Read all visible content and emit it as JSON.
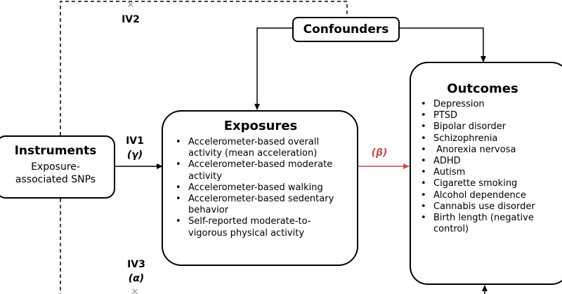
{
  "instruments": {
    "title": "Instruments",
    "subtitle": "Exposure-associated SNPs"
  },
  "confounders": {
    "title": "Confounders"
  },
  "exposures": {
    "title": "Exposures",
    "items": [
      "Accelerometer-based overall activity (mean acceleration)",
      "Accelerometer-based moderate activity",
      "Accelerometer-based walking",
      "Accelerometer-based sedentary behavior",
      "Self-reported moderate-to-vigorous physical activity"
    ]
  },
  "outcomes": {
    "title": "Outcomes",
    "items": [
      "Depression",
      "PTSD",
      "Bipolar disorder",
      "Schizophrenia",
      " Anorexia nervosa",
      "ADHD",
      "Autism",
      "Cigarette smoking",
      "Alcohol dependence",
      "Cannabis use disorder",
      "Birth length (negative control)"
    ]
  },
  "labels": {
    "iv1": "IV1",
    "iv1_symbol": "(γ)",
    "iv2": "IV2",
    "iv3": "IV3",
    "iv3_symbol": "(α)",
    "beta": "(β)"
  },
  "colors": {
    "beta": "#c0504d",
    "line": "#000000",
    "blocked": "#999999"
  }
}
